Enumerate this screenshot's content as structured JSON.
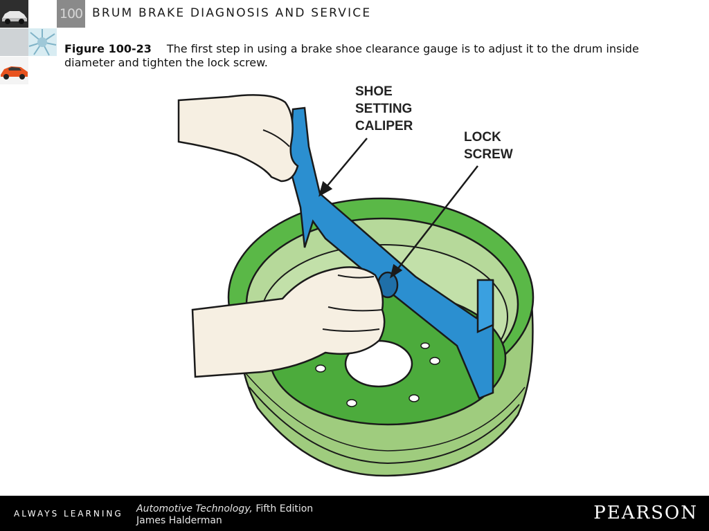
{
  "header": {
    "chapter_number": "100",
    "chapter_title": "BRUM BRAKE DIAGNOSIS AND SERVICE",
    "thumbnail_icons": [
      "car-photo-icon",
      "gear-photo-icon",
      "sports-car-photo-icon"
    ]
  },
  "caption": {
    "figure_label": "Figure 100-23",
    "text": "The first step in using a brake shoe clearance gauge is to adjust it to the drum inside diameter and tighten the lock screw."
  },
  "illustration": {
    "labels": {
      "caliper": "SHOE\nSETTING\nCALIPER",
      "lock_screw": "LOCK\nSCREW"
    },
    "colors": {
      "drum": "#5ab847",
      "caliper": "#2b8fd0",
      "skin": "#f6efe2"
    }
  },
  "footer": {
    "tagline": "ALWAYS LEARNING",
    "book_title": "Automotive Technology,",
    "edition": " Fifth Edition",
    "author": "James Halderman",
    "publisher": "PEARSON"
  }
}
